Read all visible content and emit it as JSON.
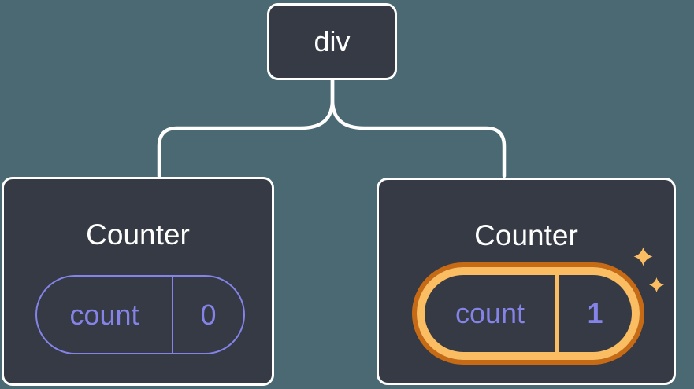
{
  "diagram": {
    "root": {
      "label": "div"
    },
    "children": [
      {
        "title": "Counter",
        "state": {
          "label": "count",
          "value": "0"
        },
        "highlighted": false
      },
      {
        "title": "Counter",
        "state": {
          "label": "count",
          "value": "1"
        },
        "highlighted": true
      }
    ]
  },
  "icons": {
    "sparkles": "two four-point sparkle stars marking freshly created state"
  },
  "colors": {
    "canvas_background": "#4A6972",
    "node_background": "#353A44",
    "node_border": "#FFFFFF",
    "connector": "#FFFFFF",
    "text_primary": "#FFFFFF",
    "state_accent": "#8583E8",
    "highlight_ring_outer": "#C76A15",
    "highlight_ring_inner": "#FABD62",
    "sparkle": "#FABD62"
  }
}
